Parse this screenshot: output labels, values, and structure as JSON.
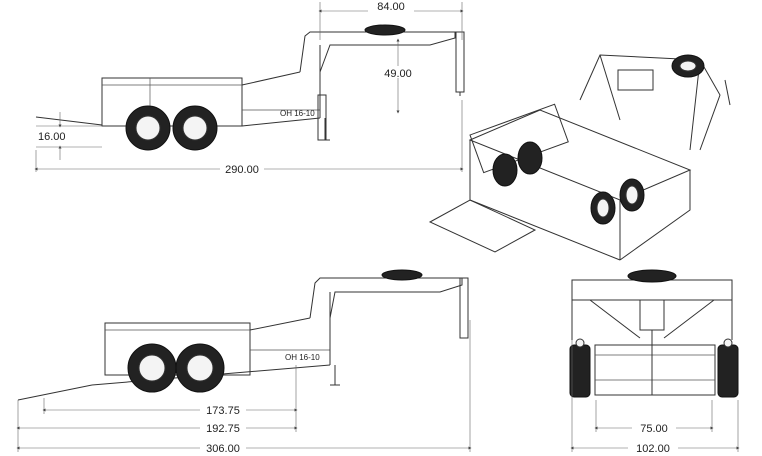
{
  "dimensions": {
    "top_width": "84.00",
    "gooseneck_height": "49.00",
    "ground_clearance": "16.00",
    "upper_overall_length": "290.00",
    "deck_length": "173.75",
    "bed_length": "192.75",
    "overall_length": "306.00",
    "axle_track": "75.00",
    "overall_width": "102.00"
  },
  "decal_text": "OH 16-10"
}
